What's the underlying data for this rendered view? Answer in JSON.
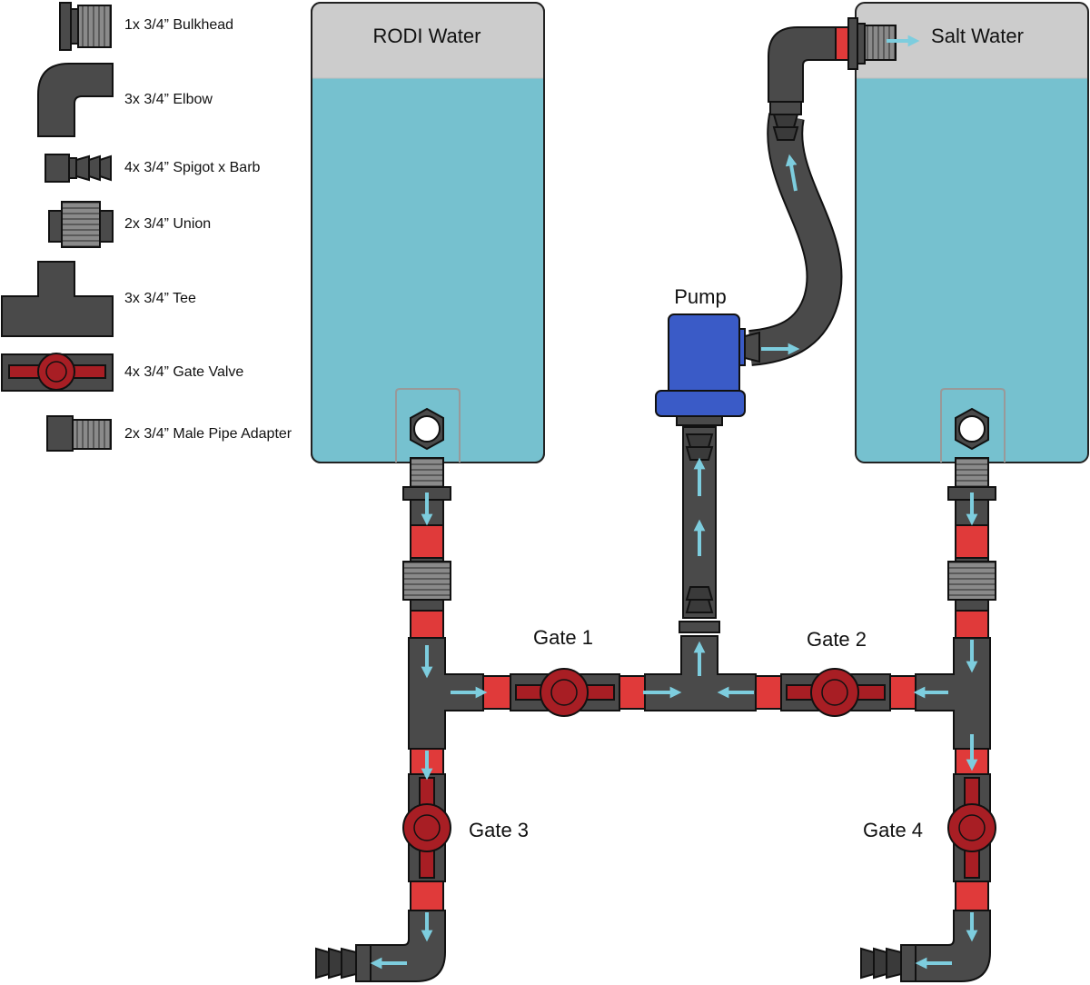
{
  "legend": [
    {
      "label": "1x 3/4” Bulkhead",
      "icon": "bulkhead-icon"
    },
    {
      "label": "3x 3/4” Elbow",
      "icon": "elbow-icon"
    },
    {
      "label": "4x 3/4” Spigot x Barb",
      "icon": "spigot-barb-icon"
    },
    {
      "label": "2x 3/4” Union",
      "icon": "union-icon"
    },
    {
      "label": "3x 3/4” Tee",
      "icon": "tee-icon"
    },
    {
      "label": "4x 3/4” Gate Valve",
      "icon": "gate-valve-icon"
    },
    {
      "label": "2x 3/4” Male Pipe Adapter",
      "icon": "male-adapter-icon"
    }
  ],
  "tanks": {
    "rodi": {
      "label": "RODI Water"
    },
    "salt": {
      "label": "Salt Water"
    }
  },
  "pump": {
    "label": "Pump"
  },
  "gates": {
    "g1": {
      "label": "Gate 1"
    },
    "g2": {
      "label": "Gate 2"
    },
    "g3": {
      "label": "Gate 3"
    },
    "g4": {
      "label": "Gate 4"
    }
  },
  "colors": {
    "water": "#76c1cf",
    "tank_top": "#cccccc",
    "pipe": "#4a4a4a",
    "pvc": "#e03a3a",
    "valve": "#a81e24",
    "pump": "#3a5bc7",
    "arrow": "#7dcdde"
  }
}
